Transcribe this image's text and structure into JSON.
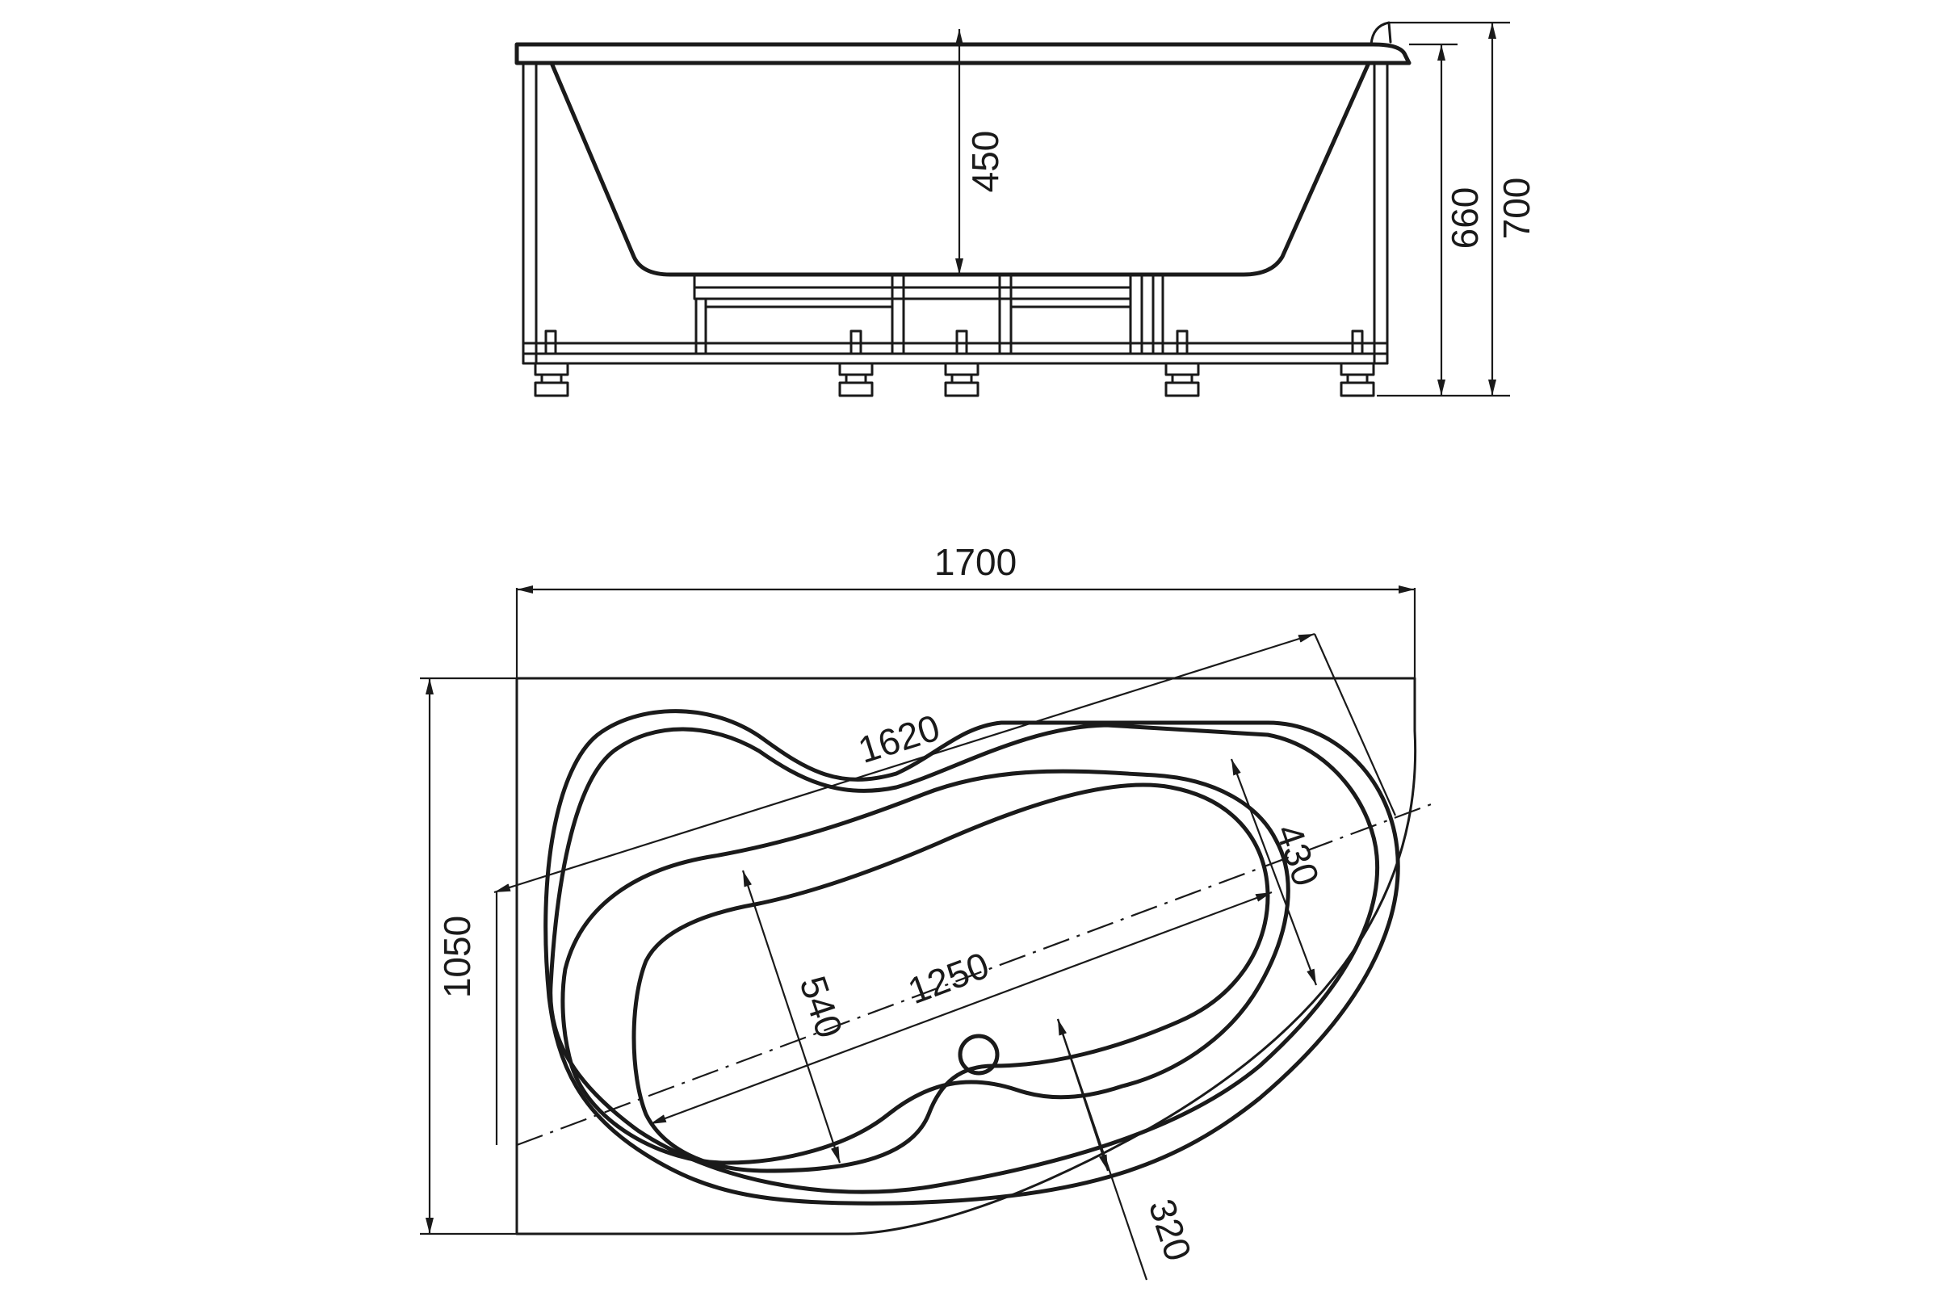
{
  "side_view": {
    "dims": {
      "depth": "450",
      "height_body": "660",
      "height_total": "700"
    }
  },
  "top_view": {
    "dims": {
      "length": "1700",
      "width": "1050",
      "outer_diag": "1620",
      "inner_length": "1250",
      "inner_width": "540",
      "head_width": "430",
      "waist": "320"
    }
  }
}
